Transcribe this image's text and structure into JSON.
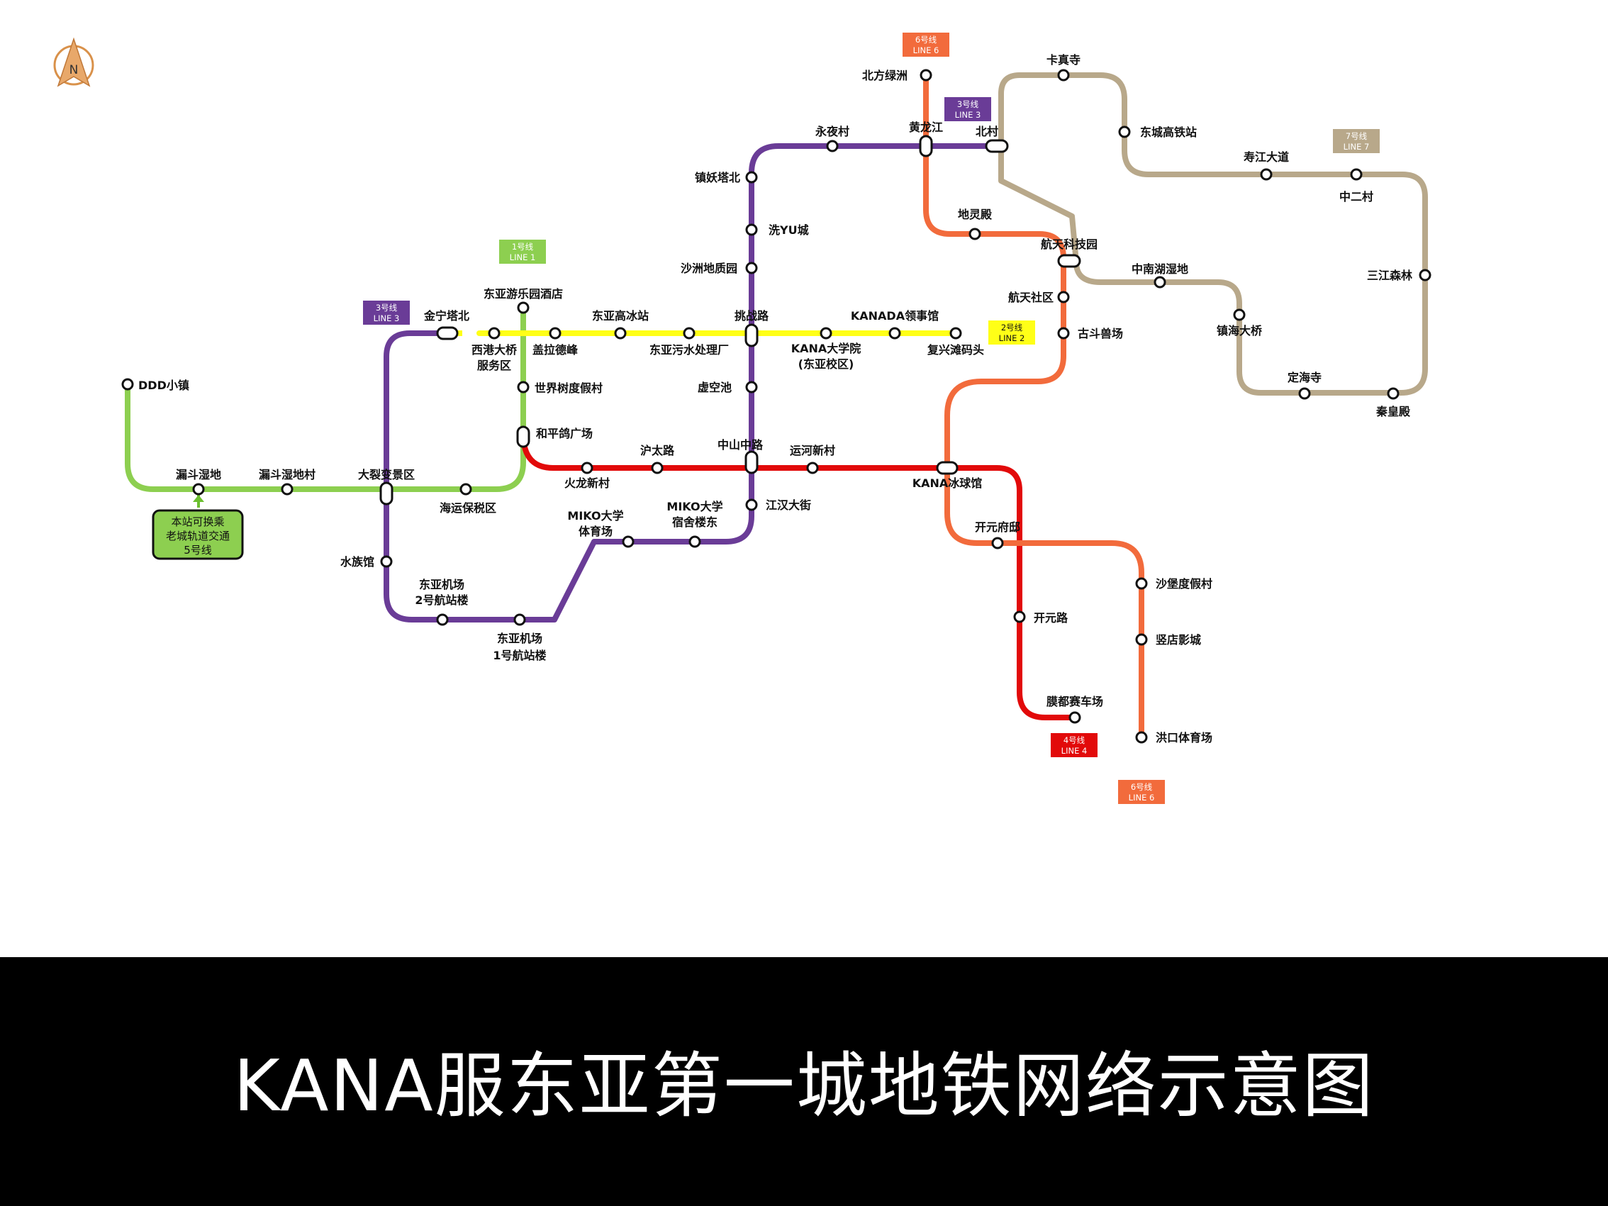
{
  "title": "KANA服东亚第一城地铁网络示意图",
  "compass_letter": "N",
  "interchange_note": [
    "本站可换乘",
    "老城轨道交通",
    "5号线"
  ],
  "colors": {
    "line1": "#8dcf50",
    "line2": "#ffff17",
    "line3": "#6a3c97",
    "line4": "#e20a0a",
    "line6": "#f26b3c",
    "line7": "#b8a88a",
    "footer": "#000000"
  },
  "badges": {
    "line1": [
      "1号线",
      "LINE 1"
    ],
    "line2": [
      "2号线",
      "LINE 2"
    ],
    "line3": [
      "3号线",
      "LINE 3"
    ],
    "line4": [
      "4号线",
      "LINE 4"
    ],
    "line6": [
      "6号线",
      "LINE 6"
    ],
    "line7": [
      "7号线",
      "LINE 7"
    ]
  },
  "stations": {
    "ddd": "DDD小镇",
    "loudou": "漏斗湿地",
    "loudoucun": "漏斗湿地村",
    "daliebian": "大裂变景区",
    "haiyun": "海运保税区",
    "hepinge": "和平鸽广场",
    "shijieshu": "世界树度假村",
    "dongyouyuan": "东亚游乐园酒店",
    "jinning": "金宁塔北",
    "xigang": [
      "西港大桥",
      "服务区"
    ],
    "gailade": "盖拉德峰",
    "gaobing": "东亚高冰站",
    "wushui": "东亚污水处理厂",
    "tiaozhan": "挑战路",
    "kanadx": [
      "KANA大学院",
      "(东亚校区)"
    ],
    "kanada": "KANADA领事馆",
    "fuxing": "复兴滩码头",
    "huolong": "火龙新村",
    "hutai": "沪太路",
    "zhongshan": "中山中路",
    "yunhe": "运河新村",
    "kanaice": "KANA冰球馆",
    "kaiyuanfu": "开元府邸",
    "kaiyuanlu": "开元路",
    "mudu": "膜都赛车场",
    "zhenyao": "镇妖塔北",
    "xiyu": "洗YU城",
    "shazhou": "沙洲地质园",
    "xukong": "虚空池",
    "jianghan": "江汉大街",
    "miko_sus": [
      "MIKO大学",
      "宿舍楼东"
    ],
    "miko_gym": [
      "MIKO大学",
      "体育场"
    ],
    "airport1": [
      "东亚机场",
      "1号航站楼"
    ],
    "airport2": [
      "东亚机场",
      "2号航站楼"
    ],
    "shuizu": "水族馆",
    "yongye": "永夜村",
    "huanglong": "黄龙江",
    "beicun": "北村",
    "beifang": "北方绿洲",
    "diling": "地灵殿",
    "hangtiankj": "航天科技园",
    "hangtiansq": "航天社区",
    "gudou": "古斗兽场",
    "shabao": "沙堡度假村",
    "shudian": "竖店影城",
    "hongkou": "洪口体育场",
    "kazhen": "卡真寺",
    "dongcheng": "东城高铁站",
    "shoujiang": "寿江大道",
    "zhonger": "中二村",
    "sanjiang": "三江森林",
    "qinhuang": "秦皇殿",
    "dinghai": "定海寺",
    "zhenhai": "镇海大桥",
    "zhongnan": "中南湖湿地"
  }
}
